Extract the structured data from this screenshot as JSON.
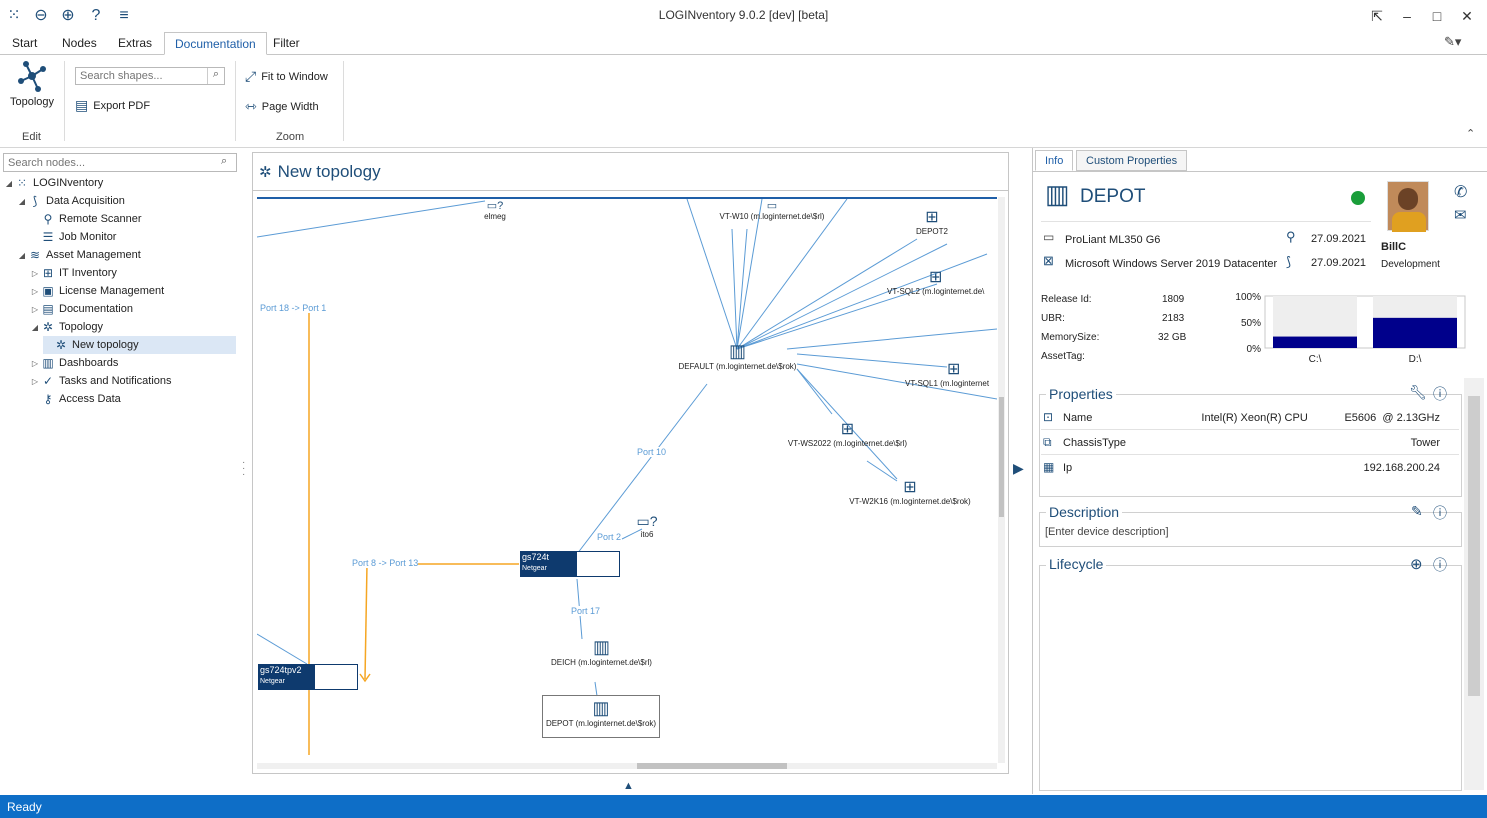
{
  "window": {
    "title": "LOGINventory 9.0.2 [dev] [beta]"
  },
  "menu": {
    "tabs": [
      "Start",
      "Nodes",
      "Extras",
      "Documentation",
      "Filter"
    ],
    "active": "Documentation"
  },
  "ribbon": {
    "topology_label": "Topology",
    "edit_group": "Edit",
    "search_placeholder": "Search shapes...",
    "export_pdf": "Export PDF",
    "fit_to_window": "Fit to Window",
    "page_width": "Page Width",
    "zoom_group": "Zoom"
  },
  "nav": {
    "search_placeholder": "Search nodes...",
    "items": [
      {
        "label": "LOGINventory",
        "level": 0
      },
      {
        "label": "Data Acquisition",
        "level": 1
      },
      {
        "label": "Remote Scanner",
        "level": 2
      },
      {
        "label": "Job Monitor",
        "level": 2
      },
      {
        "label": "Asset Management",
        "level": 1
      },
      {
        "label": "IT Inventory",
        "level": 2
      },
      {
        "label": "License Management",
        "level": 2
      },
      {
        "label": "Documentation",
        "level": 2
      },
      {
        "label": "Topology",
        "level": 2
      },
      {
        "label": "New topology",
        "level": 3,
        "selected": true
      },
      {
        "label": "Dashboards",
        "level": 2
      },
      {
        "label": "Tasks and Notifications",
        "level": 2
      },
      {
        "label": "Access Data",
        "level": 2
      }
    ]
  },
  "canvas": {
    "title": "New topology",
    "nodes": {
      "elmeg": "elmeg",
      "vtw10": "VT-W10 (m.loginternet.de\\$rl)",
      "depot2": "DEPOT2",
      "vtsql2": "VT-SQL2 (m.loginternet.de\\",
      "default": "DEFAULT (m.loginternet.de\\$rok)",
      "vtsql1": "VT-SQL1 (m.loginternet",
      "vtws2022": "VT-WS2022 (m.loginternet.de\\$rl)",
      "vtw2k16": "VT-W2K16 (m.loginternet.de\\$rok)",
      "ito6": "ito6",
      "gs724t": "gs724t",
      "gs724t_vendor": "Netgear",
      "gs724tpv2": "gs724tpv2",
      "gs724tpv2_vendor": "Netgear",
      "deich": "DEICH (m.loginternet.de\\$rl)",
      "depot": "DEPOT (m.loginternet.de\\$rok)"
    },
    "ports": {
      "p18_1": "Port 18 -> Port 1",
      "p10": "Port 10",
      "p2": "Port 2",
      "p8_13": "Port 8 -> Port 13",
      "p17": "Port 17"
    }
  },
  "info": {
    "tabs": [
      "Info",
      "Custom Properties"
    ],
    "device_name": "DEPOT",
    "status_color": "#1a9e3a",
    "model": "ProLiant ML350 G6",
    "os": "Microsoft Windows Server 2019 Datacenter",
    "scan_date": "27.09.2021",
    "seen_date": "27.09.2021",
    "user_name": "BillC",
    "user_dept": "Development",
    "release_id_label": "Release Id:",
    "release_id": "1809",
    "ubr_label": "UBR:",
    "ubr": "2183",
    "memory_label": "MemorySize:",
    "memory": "32 GB",
    "assettag_label": "AssetTag:",
    "assettag": "",
    "disk_chart": {
      "y_ticks": [
        "100%",
        "50%",
        "0%"
      ],
      "drives": [
        {
          "label": "C:\\",
          "used_fraction": 0.22
        },
        {
          "label": "D:\\",
          "used_fraction": 0.58
        }
      ],
      "bar_color": "#00008b"
    },
    "properties_title": "Properties",
    "properties": [
      {
        "icon": "cpu-icon",
        "key": "Name",
        "value": "Intel(R) Xeon(R) CPU            E5606  @ 2.13GHz"
      },
      {
        "icon": "chassis-icon",
        "key": "ChassisType",
        "value": "Tower"
      },
      {
        "icon": "ip-icon",
        "key": "Ip",
        "value": "192.168.200.24"
      }
    ],
    "description_title": "Description",
    "description_placeholder": "[Enter device description]",
    "lifecycle_title": "Lifecycle"
  },
  "status": {
    "text": "Ready"
  }
}
